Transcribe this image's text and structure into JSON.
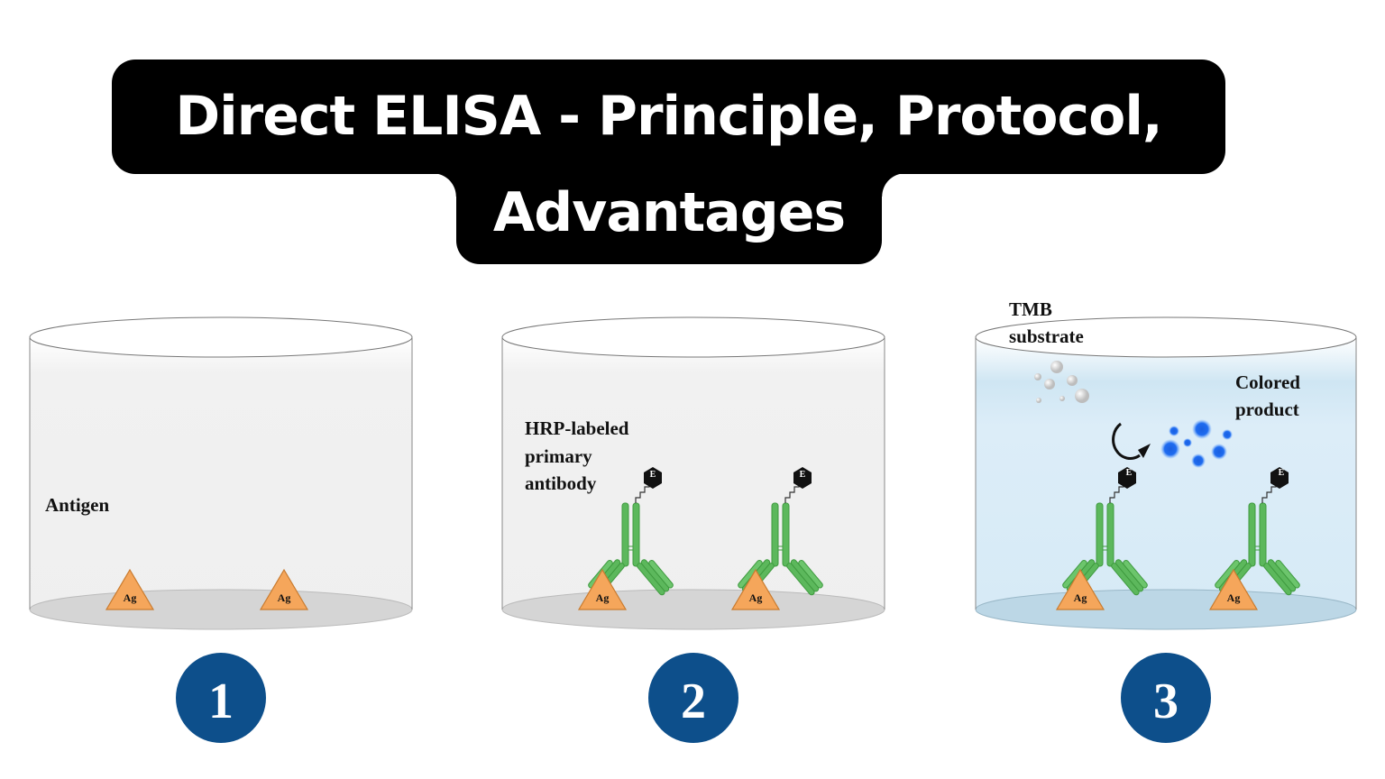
{
  "title": {
    "line1": "Direct ELISA - Principle, Protocol,",
    "line2": "Advantages"
  },
  "colors": {
    "title_bg": "#000000",
    "title_text": "#ffffff",
    "step_circle": "#0d4f8b",
    "antigen": "#f5a65b",
    "antibody": "#5cb85c",
    "enzyme": "#111111",
    "product": "#1a66e6",
    "substrate": "#cfcfcf",
    "well_liquid_gray": "#f0f0f0",
    "well_liquid_blue": "#d9ecf7"
  },
  "wells": [
    {
      "step": "1",
      "labels": [
        "Antigen"
      ],
      "antigen_label": "Ag",
      "has_antibody": false
    },
    {
      "step": "2",
      "labels": [
        "HRP-labeled",
        "primary",
        "antibody"
      ],
      "antigen_label": "Ag",
      "enzyme_label": "E",
      "has_antibody": true
    },
    {
      "step": "3",
      "labels_substrate": [
        "TMB",
        "substrate"
      ],
      "labels_product": [
        "Colored",
        "product"
      ],
      "antigen_label": "Ag",
      "enzyme_label": "E",
      "has_antibody": true
    }
  ]
}
